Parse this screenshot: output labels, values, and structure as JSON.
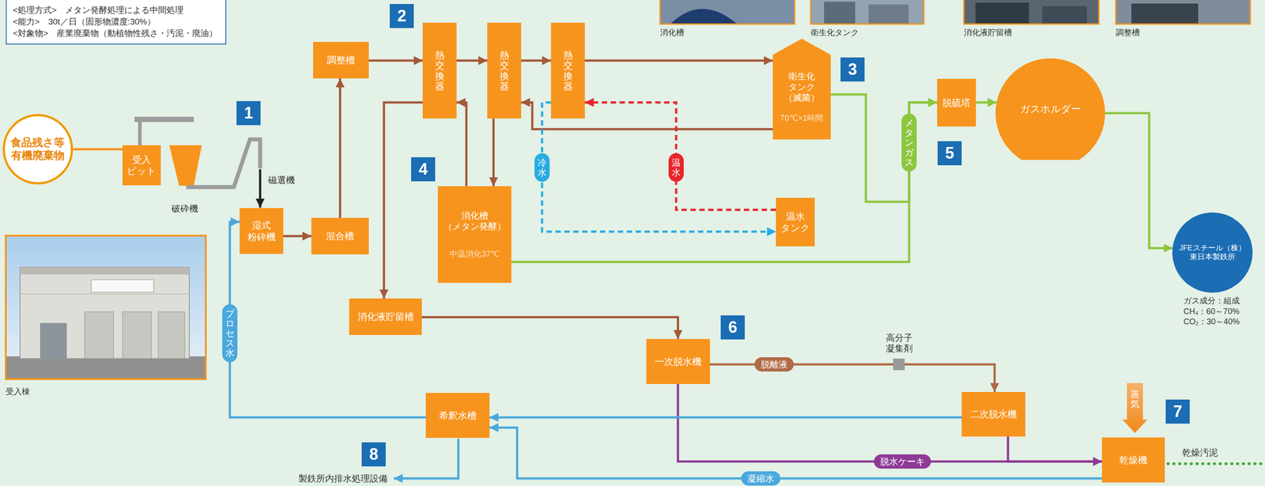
{
  "diagram": {
    "nodes": [
      {
        "text": [
          "<処理方式>　メタン発酵処理による中間処理",
          "<能力>　30t／日（固形物濃度:30%）",
          "<対象物>　産業廃棄物（動植物性残さ・汚泥・廃油）"
        ]
      },
      {
        "text": [
          "食品残さ等 有機廃棄物"
        ]
      },
      {
        "text": [
          "受入 ピット"
        ]
      },
      {
        "text": [
          "湿式 粉砕機"
        ]
      },
      {
        "text": [
          "混合槽"
        ]
      },
      {
        "text": [
          "調整槽"
        ]
      },
      {
        "text": [
          "熱交換器"
        ]
      },
      {
        "text": [
          "熱交換器"
        ]
      },
      {
        "text": [
          "熱交換器"
        ]
      },
      {
        "text": [
          "衛生化 タンク （滅菌）",
          "70℃×1時間"
        ]
      },
      {
        "text": [
          "消化槽 （メタン発酵）",
          "中温消化37℃"
        ]
      },
      {
        "text": [
          "温水 タンク"
        ]
      },
      {
        "text": [
          "脱硫塔"
        ]
      },
      {
        "text": [
          "ガスホルダー"
        ]
      },
      {
        "text": [
          "JFEスチール（株） 東日本製鉄所"
        ]
      },
      {
        "text": [
          "消化液貯留槽"
        ]
      },
      {
        "text": [
          "一次脱水機"
        ]
      },
      {
        "text": [
          "二次脱水機"
        ]
      },
      {
        "text": [
          "希釈水槽"
        ]
      },
      {
        "text": [
          "乾燥機"
        ]
      },
      {
        "text": [
          "蒸気"
        ]
      }
    ],
    "edges": [
      {
        "from": 1,
        "to": 2,
        "arrow": "none"
      },
      {
        "from": 3,
        "to": 4,
        "arrow": "to"
      },
      {
        "from": 4,
        "to": 5,
        "arrow": "to"
      },
      {
        "from": 5,
        "to": 6,
        "arrow": "to"
      },
      {
        "from": 6,
        "to": 7,
        "arrow": "to"
      },
      {
        "from": 7,
        "to": 8,
        "arrow": "to"
      },
      {
        "from": 8,
        "to": 9,
        "arrow": "to"
      },
      {
        "from": 9,
        "to": 7,
        "arrow": "to"
      },
      {
        "from": 7,
        "to": 10,
        "arrow": "to"
      },
      {
        "from": 10,
        "to": 6,
        "arrow": "to"
      },
      {
        "from": 6,
        "to": 15,
        "arrow": "to"
      },
      {
        "from": 8,
        "to": 11,
        "label": "冷水",
        "arrow": "to"
      },
      {
        "from": 11,
        "to": 8,
        "label": "温水",
        "arrow": "to"
      },
      {
        "from": 9,
        "to": 12,
        "arrow": "to"
      },
      {
        "from": 10,
        "to": 12,
        "label": "メタンガス",
        "arrow": "to"
      },
      {
        "from": 12,
        "to": 13,
        "arrow": "to"
      },
      {
        "from": 13,
        "to": 14,
        "arrow": "to"
      },
      {
        "from": 15,
        "to": 16,
        "arrow": "to"
      },
      {
        "from": 16,
        "to": 17,
        "label": "脱離液",
        "arrow": "to"
      },
      {
        "from": 16,
        "to": 19,
        "label": "脱水ケーキ",
        "arrow": "to"
      },
      {
        "from": 17,
        "to": 19,
        "arrow": "to"
      },
      {
        "from": 17,
        "to": 18,
        "arrow": "to"
      },
      {
        "from": 19,
        "to": 18,
        "label": "凝縮水",
        "arrow": "to"
      },
      {
        "from": 18,
        "to": 3,
        "label": "プロセス水",
        "arrow": "to"
      }
    ],
    "labels": [
      "1",
      "2",
      "3",
      "4",
      "5",
      "6",
      "7",
      "8",
      "破砕機",
      "磁選機",
      "高分子 凝集剤",
      "製鉄所内排水処理設備",
      "乾燥汚泥",
      "ガス成分：組成",
      "CH₄：60～70%",
      "CO₂：30～40%",
      "受入棟",
      "消化槽",
      "衛生化タンク",
      "消化液貯留槽",
      "調整槽"
    ]
  }
}
